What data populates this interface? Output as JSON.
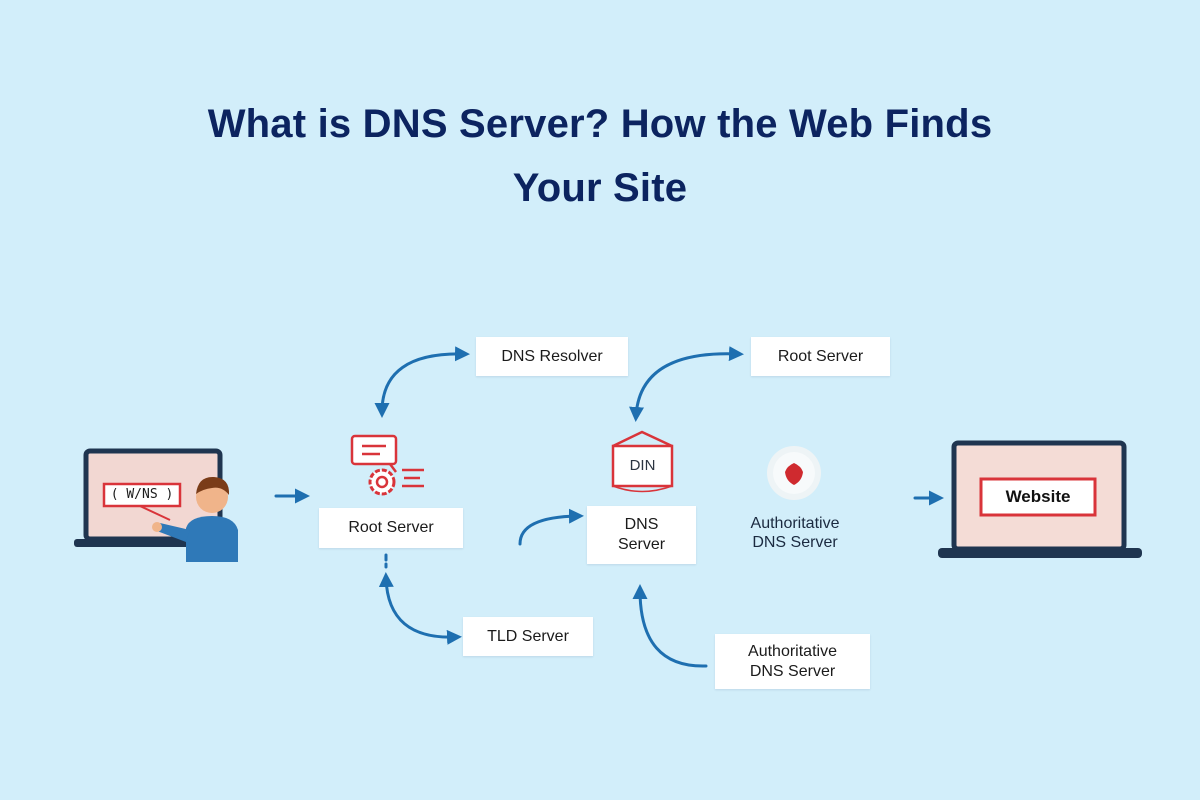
{
  "title": {
    "line1": "What is DNS Server? How the Web Finds",
    "line2": "Your Site"
  },
  "nodes": {
    "dns_resolver_top": "DNS Resolver",
    "root_server_top": "Root Server",
    "root_server_left": "Root Server",
    "dns_server_center": {
      "line1": "DNS",
      "line2": "Server"
    },
    "authoritative_right": {
      "line1": "Authoritative",
      "line2": "DNS Server"
    },
    "tld_server": "TLD Server",
    "authoritative_bottom": {
      "line1": "Authoritative",
      "line2": "DNS Server"
    }
  },
  "laptop_screen_text": "( W/NS )",
  "dns_box_icon_text": "DIN",
  "website_label": "Website",
  "icons": [
    "laptop-user-icon",
    "server-gear-icon",
    "dns-mail-icon",
    "shield-icon",
    "laptop-website-icon"
  ],
  "colors": {
    "background": "#d2eefa",
    "title": "#0c2460",
    "arrow": "#1e6fb0",
    "accent_red": "#d9343a"
  }
}
